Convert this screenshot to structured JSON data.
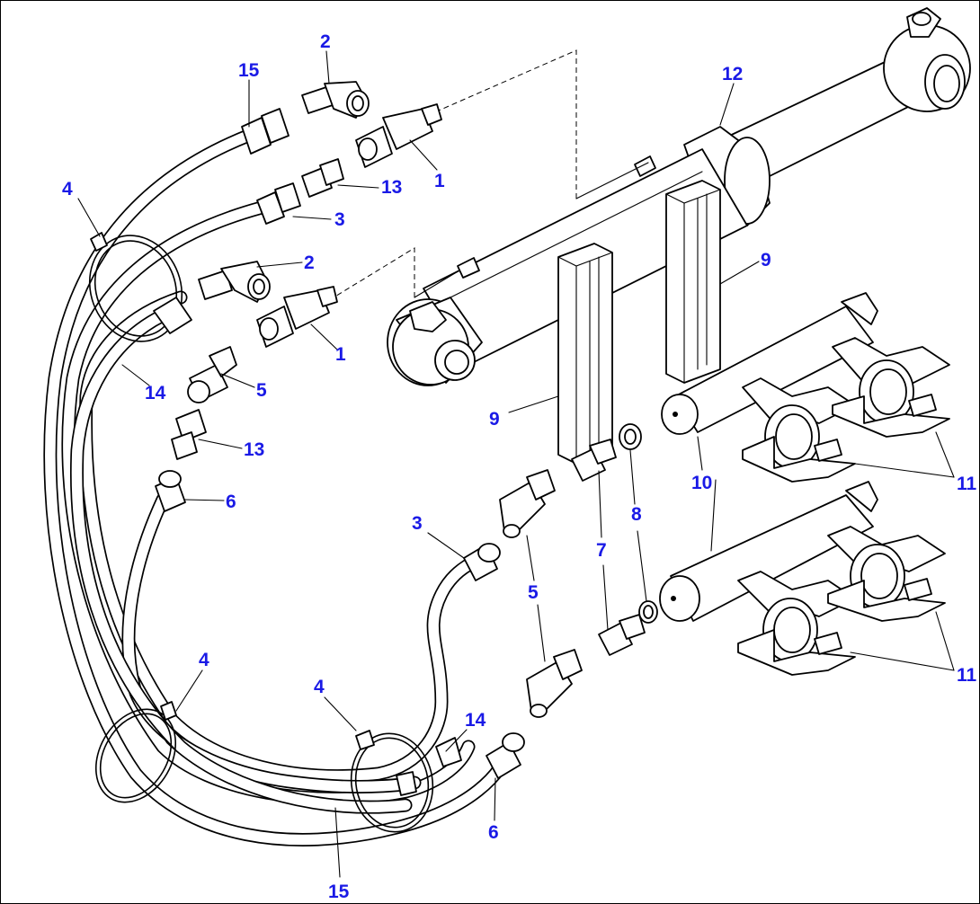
{
  "diagram": {
    "colors": {
      "line": "#000000",
      "callout": "#1a1ae6",
      "background": "#ffffff"
    },
    "callouts": [
      {
        "id": "c-2-top",
        "text": "2"
      },
      {
        "id": "c-15-top",
        "text": "15"
      },
      {
        "id": "c-12",
        "text": "12"
      },
      {
        "id": "c-13-top",
        "text": "13"
      },
      {
        "id": "c-1-top",
        "text": "1"
      },
      {
        "id": "c-4-left",
        "text": "4"
      },
      {
        "id": "c-3-top",
        "text": "3"
      },
      {
        "id": "c-2-mid",
        "text": "2"
      },
      {
        "id": "c-9-right",
        "text": "9"
      },
      {
        "id": "c-1-mid",
        "text": "1"
      },
      {
        "id": "c-14-left",
        "text": "14"
      },
      {
        "id": "c-5-left",
        "text": "5"
      },
      {
        "id": "c-9-left",
        "text": "9"
      },
      {
        "id": "c-13-mid",
        "text": "13"
      },
      {
        "id": "c-6-left",
        "text": "6"
      },
      {
        "id": "c-10",
        "text": "10"
      },
      {
        "id": "c-11-top",
        "text": "11"
      },
      {
        "id": "c-8",
        "text": "8"
      },
      {
        "id": "c-3-bottom",
        "text": "3"
      },
      {
        "id": "c-5-bottom",
        "text": "5"
      },
      {
        "id": "c-7",
        "text": "7"
      },
      {
        "id": "c-4-bl",
        "text": "4"
      },
      {
        "id": "c-4-bm",
        "text": "4"
      },
      {
        "id": "c-14-bottom",
        "text": "14"
      },
      {
        "id": "c-11-bottom",
        "text": "11"
      },
      {
        "id": "c-6-bottom",
        "text": "6"
      },
      {
        "id": "c-15-bottom",
        "text": "15"
      }
    ]
  }
}
